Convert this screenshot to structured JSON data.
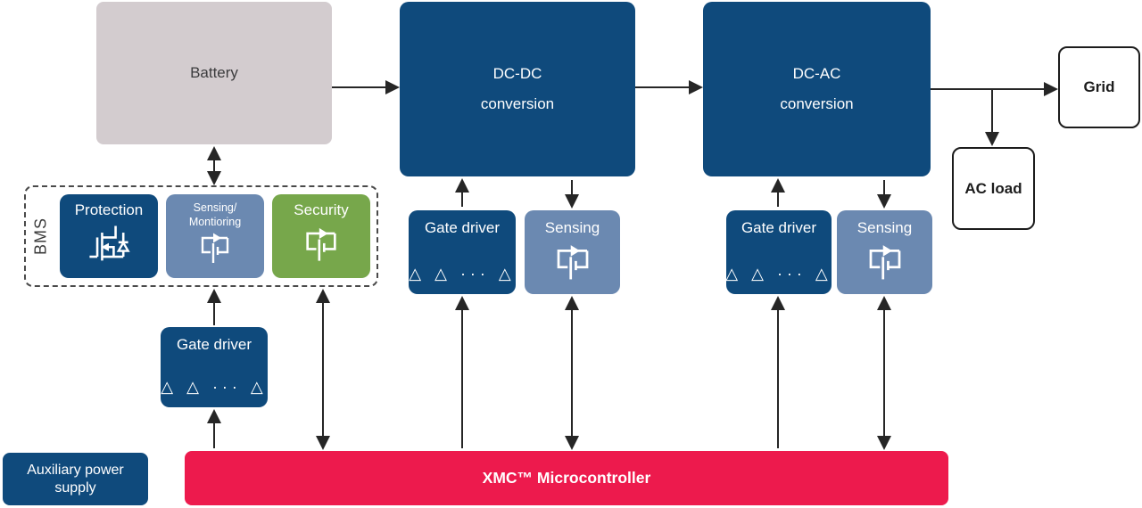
{
  "colors": {
    "dark_blue": "#0F4A7C",
    "steel_blue": "#6B89B1",
    "green": "#77A74B",
    "red": "#ED1A4D",
    "battery_gray": "#D3CCCF",
    "arrow_black": "#262626",
    "outline_black": "#1c1c1c"
  },
  "blocks": {
    "battery": {
      "label": "Battery"
    },
    "dc_dc": {
      "lines": [
        "DC-DC",
        "conversion"
      ]
    },
    "dc_ac": {
      "lines": [
        "DC-AC",
        "conversion"
      ]
    },
    "grid": {
      "label": "Grid"
    },
    "ac_load": {
      "label": "AC load"
    },
    "bms": {
      "label": "BMS",
      "protection": {
        "label": "Protection",
        "icon": "mosfet-diode-icon"
      },
      "sensing_monitoring": {
        "lines": [
          "Sensing/",
          "Montioring"
        ],
        "icon": "battery-sensing-icon"
      },
      "security": {
        "label": "Security",
        "icon": "battery-sensing-icon"
      }
    },
    "gate_driver_bms": {
      "label": "Gate driver",
      "symbols": "△ △ ··· △"
    },
    "gate_driver_dcdc": {
      "label": "Gate driver",
      "symbols": "△ △ ··· △"
    },
    "sensing_dcdc": {
      "label": "Sensing",
      "icon": "battery-sensing-icon"
    },
    "gate_driver_dcac": {
      "label": "Gate driver",
      "symbols": "△ △ ··· △"
    },
    "sensing_dcac": {
      "label": "Sensing",
      "icon": "battery-sensing-icon"
    },
    "aux_power": {
      "lines": [
        "Auxiliary power",
        "supply"
      ]
    },
    "microcontroller": {
      "label": "XMC™ Microcontroller"
    }
  }
}
